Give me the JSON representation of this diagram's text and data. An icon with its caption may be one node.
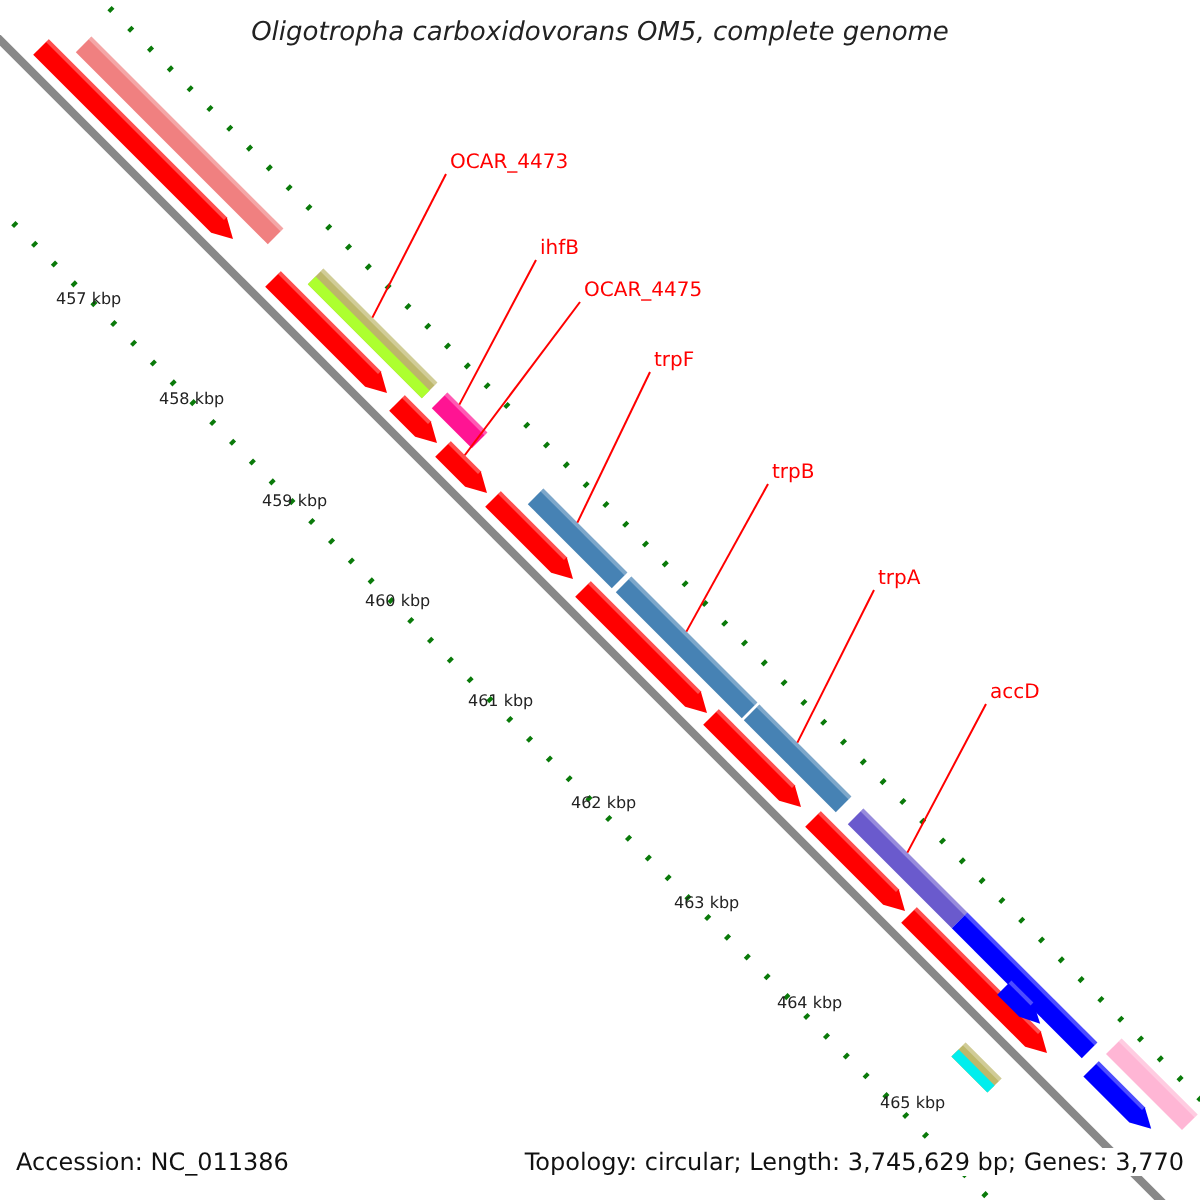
{
  "diagram": {
    "title": "Oligotropha carboxidovorans OM5, complete genome",
    "nodes": [
      {
        "text": [
          "OCAR_4473"
        ]
      },
      {
        "text": [
          "ihfB"
        ]
      },
      {
        "text": [
          "OCAR_4475"
        ]
      },
      {
        "text": [
          "trpF"
        ]
      },
      {
        "text": [
          "trpB"
        ]
      },
      {
        "text": [
          "trpA"
        ]
      },
      {
        "text": [
          "accD"
        ]
      },
      {
        "text": [],
        "shape": "arrow"
      },
      {
        "text": [],
        "shape": "bar"
      },
      {
        "text": [],
        "shape": "arrow"
      },
      {
        "text": [],
        "shape": "bar"
      },
      {
        "text": [],
        "shape": "arrow"
      },
      {
        "text": [],
        "shape": "bar"
      },
      {
        "text": [],
        "shape": "arrow"
      },
      {
        "text": [],
        "shape": "arrow"
      },
      {
        "text": [],
        "shape": "bar"
      },
      {
        "text": [],
        "shape": "arrow"
      },
      {
        "text": [],
        "shape": "bar"
      },
      {
        "text": [],
        "shape": "arrow"
      },
      {
        "text": [],
        "shape": "bar"
      },
      {
        "text": [],
        "shape": "arrow"
      },
      {
        "text": [],
        "shape": "bar"
      },
      {
        "text": [],
        "shape": "arrow"
      },
      {
        "text": [],
        "shape": "bar"
      },
      {
        "text": [],
        "shape": "arrow"
      },
      {
        "text": [],
        "shape": "bar"
      },
      {
        "text": [],
        "shape": "bar"
      },
      {
        "text": [],
        "shape": "arrow"
      }
    ],
    "edges": [
      {
        "from": 0,
        "to": 10,
        "arrow": "none"
      },
      {
        "from": 1,
        "to": 12,
        "arrow": "none"
      },
      {
        "from": 2,
        "to": 13,
        "arrow": "none"
      },
      {
        "from": 3,
        "to": 15,
        "arrow": "none"
      },
      {
        "from": 4,
        "to": 17,
        "arrow": "none"
      },
      {
        "from": 5,
        "to": 19,
        "arrow": "none"
      },
      {
        "from": 6,
        "to": 21,
        "arrow": "none"
      }
    ],
    "labels": [
      "457 kbp",
      "458 kbp",
      "459 kbp",
      "460 kbp",
      "461 kbp",
      "462 kbp",
      "463 kbp",
      "464 kbp",
      "465 kbp",
      "Accession: NC_011386",
      "Topology: circular; Length: 3,745,629 bp; Genes: 3,770"
    ]
  }
}
